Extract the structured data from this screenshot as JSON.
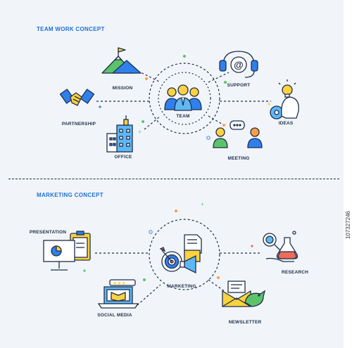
{
  "sections": {
    "teamwork_title": "TEAM WORK CONCEPT",
    "marketing_title": "MARKETING CONCEPT"
  },
  "teamwork": {
    "mission": "MISSION",
    "support": "SUPPORT",
    "partnership": "PARTNERSHIP",
    "team": "TEAM",
    "ideas": "IDEAS",
    "office": "OFFICE",
    "meeting": "MEETING"
  },
  "marketing": {
    "presentation": "PRESENTATION",
    "marketing": "MARKETING",
    "research": "RESEARCH",
    "social_media": "SOCIAL MEDIA",
    "newsletter": "NEWSLETTER"
  },
  "stock_id": "107327246",
  "colors": {
    "outline": "#1f2e4a",
    "blue": "#2f80ed",
    "light_blue": "#5fb7f5",
    "green": "#5bc46a",
    "yellow": "#ffd23f",
    "orange": "#ff9e44",
    "red": "#f06a5a",
    "background": "#f1f5f9"
  }
}
